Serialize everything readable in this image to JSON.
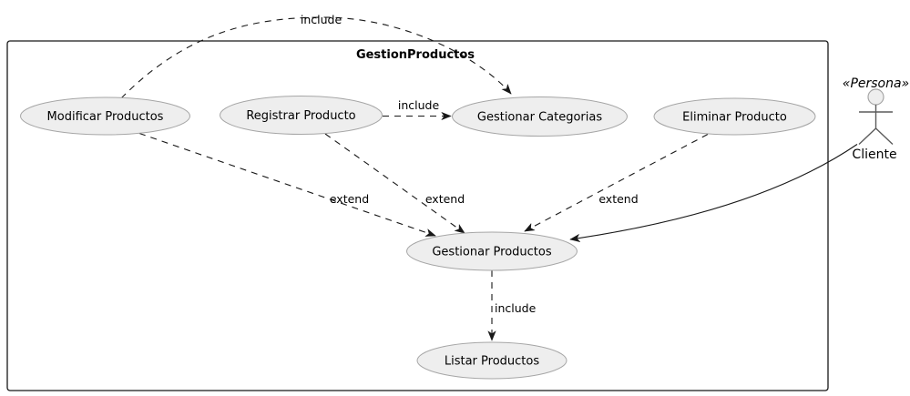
{
  "diagram": {
    "frame_title": "GestionProductos",
    "usecases": {
      "modificar": {
        "label": "Modificar Productos"
      },
      "registrar": {
        "label": "Registrar Producto"
      },
      "categorias": {
        "label": "Gestionar Categorias"
      },
      "eliminar": {
        "label": "Eliminar Producto"
      },
      "gestionar": {
        "label": "Gestionar Productos"
      },
      "listar": {
        "label": "Listar Productos"
      }
    },
    "actor": {
      "stereotype": "«Persona»",
      "name": "Cliente"
    },
    "edge_labels": {
      "include_top": "include",
      "include_mid": "include",
      "include_bottom": "include",
      "extend_left": "extend",
      "extend_mid": "extend",
      "extend_right": "extend"
    },
    "colors": {
      "node_fill": "#eeeeee",
      "node_border": "#a6a6a6",
      "edge": "#181818",
      "frame_border": "#181818",
      "actor_line": "#5b5b5b",
      "text": "#000000",
      "background": "#ffffff"
    }
  }
}
